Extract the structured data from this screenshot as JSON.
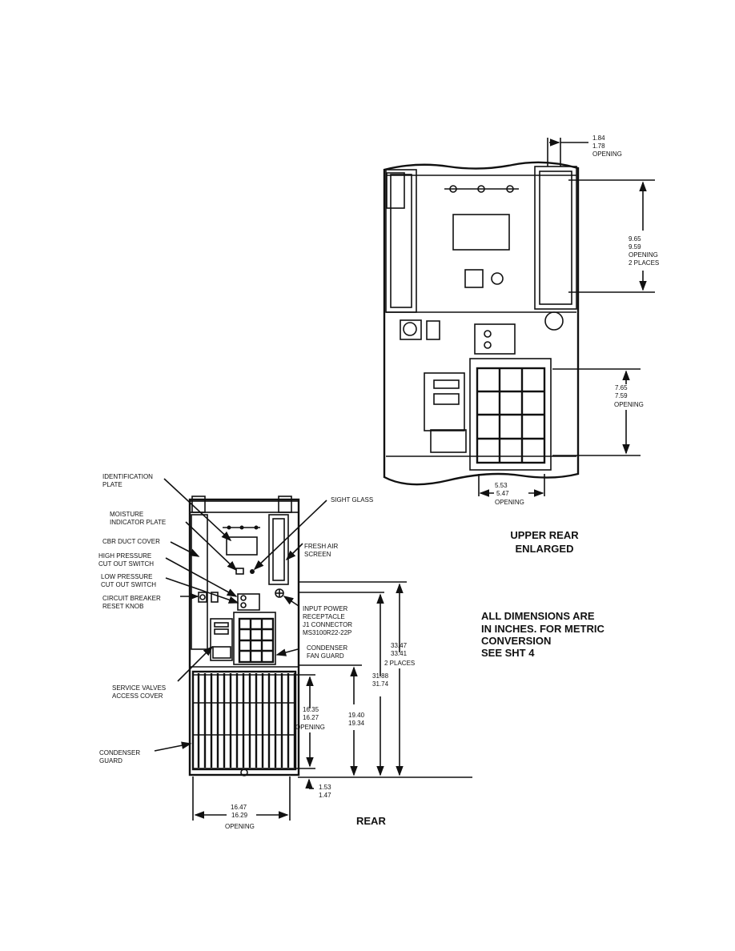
{
  "upper_view": {
    "title_line1": "UPPER REAR",
    "title_line2": "ENLARGED",
    "dim_top_opening": [
      "1.84",
      "1.78",
      "OPENING"
    ],
    "dim_right_opening": [
      "9.65",
      "9.59",
      "OPENING",
      "2 PLACES"
    ],
    "dim_fan_opening": [
      "7.65",
      "7.59",
      "OPENING"
    ],
    "dim_bottom_opening": [
      "5.53",
      "5.47",
      "OPENING"
    ]
  },
  "rear_view": {
    "title": "REAR",
    "labels": {
      "identification_plate": [
        "IDENTIFICATION",
        "PLATE"
      ],
      "moisture_indicator_plate": [
        "MOISTURE",
        "INDICATOR PLATE"
      ],
      "cbr_duct_cover": [
        "CBR DUCT COVER"
      ],
      "high_pressure_switch": [
        "HIGH PRESSURE",
        "CUT OUT SWITCH"
      ],
      "low_pressure_switch": [
        "LOW PRESSURE",
        "CUT OUT SWITCH"
      ],
      "circuit_breaker": [
        "CIRCUIT BREAKER",
        "RESET KNOB"
      ],
      "service_valves": [
        "SERVICE VALVES",
        "ACCESS COVER"
      ],
      "condenser_guard": [
        "CONDENSER",
        "GUARD"
      ],
      "sight_glass": [
        "SIGHT GLASS"
      ],
      "fresh_air_screen": [
        "FRESH AIR",
        "SCREEN"
      ],
      "input_power": [
        "INPUT POWER",
        "RECEPTACLE",
        "J1 CONNECTOR",
        "MS3100R22-22P"
      ],
      "condenser_fan_guard": [
        "CONDENSER",
        "FAN GUARD"
      ]
    },
    "dims": {
      "overall": [
        "33.47",
        "33.41",
        "2 PLACES"
      ],
      "mid": [
        "31.88",
        "31.74"
      ],
      "lower": [
        "19.40",
        "19.34"
      ],
      "guard_opening": [
        "16.35",
        "16.27",
        "OPENING"
      ],
      "bottom_offset": [
        "1.53",
        "1.47"
      ],
      "width_opening": [
        "16.47",
        "16.29",
        "OPENING"
      ]
    }
  },
  "note": [
    "ALL DIMENSIONS ARE",
    "IN INCHES. FOR METRIC",
    "CONVERSION",
    "SEE SHT 4"
  ]
}
